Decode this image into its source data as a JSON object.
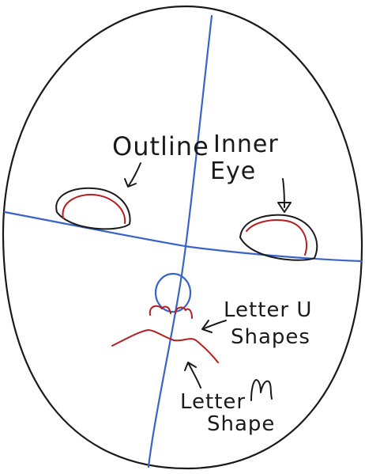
{
  "labels": {
    "outline": "Outline",
    "inner": "Inner",
    "eye": "Eye",
    "letter_u_1": "Letter U",
    "letter_u_2": "Shapes",
    "letter_m_1": "Letter",
    "letter_m_2": "Shape"
  },
  "colors": {
    "outline": "#1a1a1a",
    "guide": "#3a63c9",
    "detail": "#b51f1f"
  }
}
